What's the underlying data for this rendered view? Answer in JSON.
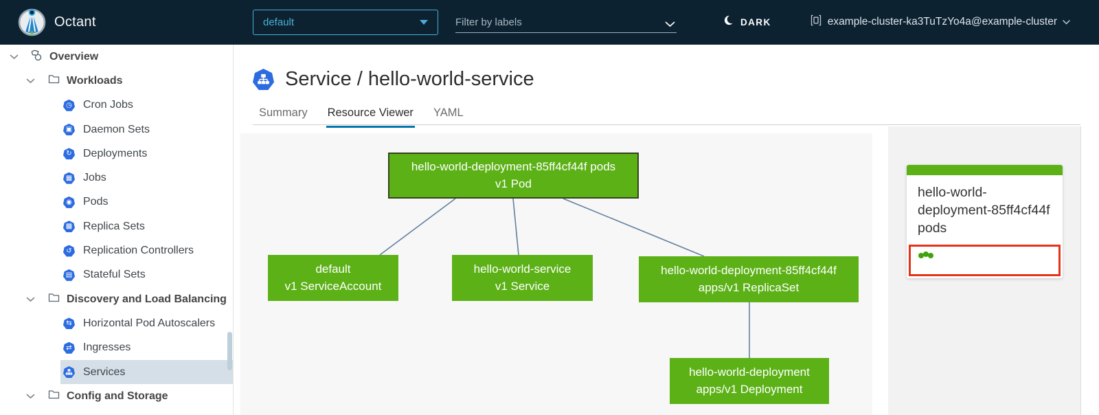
{
  "header": {
    "app_name": "Octant",
    "namespace_dropdown": {
      "value": "default"
    },
    "filter": {
      "placeholder": "Filter by labels"
    },
    "theme_toggle": {
      "label": "DARK"
    },
    "context": {
      "label": "example-cluster-ka3TuTzYo4a@example-cluster"
    }
  },
  "sidebar": {
    "items": [
      {
        "label": "Overview",
        "level": 0,
        "type": "root",
        "expanded": true
      },
      {
        "label": "Workloads",
        "level": 1,
        "type": "group",
        "expanded": true
      },
      {
        "label": "Cron Jobs",
        "level": 2,
        "type": "item",
        "glyph": "◷"
      },
      {
        "label": "Daemon Sets",
        "level": 2,
        "type": "item",
        "glyph": "▣"
      },
      {
        "label": "Deployments",
        "level": 2,
        "type": "item",
        "glyph": "↻"
      },
      {
        "label": "Jobs",
        "level": 2,
        "type": "item",
        "glyph": "▦"
      },
      {
        "label": "Pods",
        "level": 2,
        "type": "item",
        "glyph": "◉"
      },
      {
        "label": "Replica Sets",
        "level": 2,
        "type": "item",
        "glyph": "▩"
      },
      {
        "label": "Replication Controllers",
        "level": 2,
        "type": "item",
        "glyph": "↺"
      },
      {
        "label": "Stateful Sets",
        "level": 2,
        "type": "item",
        "glyph": "▤"
      },
      {
        "label": "Discovery and Load Balancing",
        "level": 1,
        "type": "group",
        "expanded": true
      },
      {
        "label": "Horizontal Pod Autoscalers",
        "level": 2,
        "type": "item",
        "glyph": "⇆"
      },
      {
        "label": "Ingresses",
        "level": 2,
        "type": "item",
        "glyph": "⇄"
      },
      {
        "label": "Services",
        "level": 2,
        "type": "item",
        "selected": true
      },
      {
        "label": "Config and Storage",
        "level": 1,
        "type": "group",
        "expanded": true
      }
    ]
  },
  "main": {
    "title": {
      "text": "Service / hello-world-service"
    },
    "tabs": [
      {
        "label": "Summary",
        "active": false
      },
      {
        "label": "Resource Viewer",
        "active": true
      },
      {
        "label": "YAML",
        "active": false
      }
    ]
  },
  "graph": {
    "nodes": [
      {
        "id": "pod",
        "name": "hello-world-deployment-85ff4cf44f pods",
        "kind": "v1 Pod",
        "selected": true
      },
      {
        "id": "serviceaccount",
        "name": "default",
        "kind": "v1 ServiceAccount",
        "selected": false
      },
      {
        "id": "service",
        "name": "hello-world-service",
        "kind": "v1 Service",
        "selected": false
      },
      {
        "id": "replicaset",
        "name": "hello-world-deployment-85ff4cf44f",
        "kind": "apps/v1 ReplicaSet",
        "selected": false
      },
      {
        "id": "deployment",
        "name": "hello-world-deployment",
        "kind": "apps/v1 Deployment",
        "selected": false
      }
    ],
    "edges": [
      {
        "from": "pod",
        "to": "serviceaccount"
      },
      {
        "from": "pod",
        "to": "service"
      },
      {
        "from": "pod",
        "to": "replicaset"
      },
      {
        "from": "replicaset",
        "to": "deployment"
      }
    ]
  },
  "side_panel": {
    "card": {
      "title": "hello-world-deployment-85ff4cf44f pods",
      "pod_count": 3
    }
  },
  "colors": {
    "header_bg": "#0d2231",
    "accent_blue": "#49afd9",
    "k8s_icon_blue": "#2d6ce0",
    "node_green": "#5cb117",
    "selected_node_border": "#35421f",
    "edge_blue": "#61809f",
    "tab_active_blue": "#0076ad",
    "selection_red": "#e5331a",
    "status_dot_green": "#3fa30c",
    "sidebar_selected_bg": "#d5dfe7",
    "panel_bg": "#f2f2f2",
    "canvas_bg": "#f7f7f7"
  }
}
